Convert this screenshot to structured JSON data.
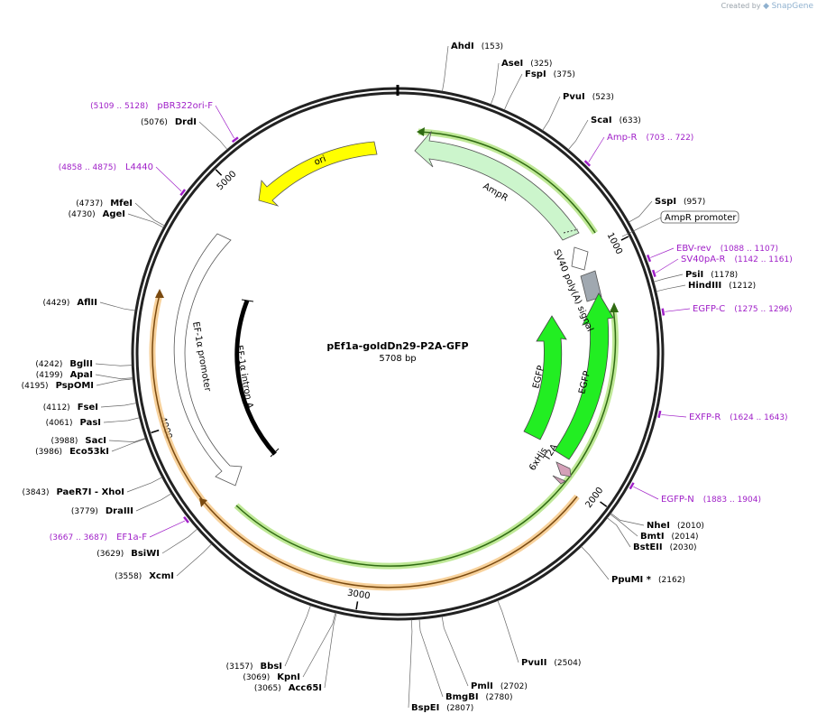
{
  "credit": {
    "prefix": "Created by",
    "brand": "SnapGene"
  },
  "plasmid": {
    "name": "pEf1a-goldDn29-P2A-GFP",
    "size_label": "5708 bp",
    "length": 5708
  },
  "ticks": [
    {
      "bp": 1000,
      "label": "1000"
    },
    {
      "bp": 2000,
      "label": "2000"
    },
    {
      "bp": 3000,
      "label": "3000"
    },
    {
      "bp": 4000,
      "label": "4000"
    },
    {
      "bp": 5000,
      "label": "5000"
    }
  ],
  "sites": [
    {
      "name": "AhdI",
      "pos": "(153)",
      "side": "r"
    },
    {
      "name": "AseI",
      "pos": "(325)",
      "side": "r"
    },
    {
      "name": "FspI",
      "pos": "(375)",
      "side": "r"
    },
    {
      "name": "PvuI",
      "pos": "(523)",
      "side": "r"
    },
    {
      "name": "ScaI",
      "pos": "(633)",
      "side": "r"
    },
    {
      "name": "SspI",
      "pos": "(957)",
      "side": "r"
    },
    {
      "name": "PsiI",
      "pos": "(1178)",
      "side": "r"
    },
    {
      "name": "HindIII",
      "pos": "(1212)",
      "side": "r"
    },
    {
      "name": "NheI",
      "pos": "(2010)",
      "side": "r"
    },
    {
      "name": "BmtI",
      "pos": "(2014)",
      "side": "r"
    },
    {
      "name": "BstEII",
      "pos": "(2030)",
      "side": "r"
    },
    {
      "name": "PpuMI *",
      "pos": "(2162)",
      "side": "r"
    },
    {
      "name": "PvuII",
      "pos": "(2504)",
      "side": "r"
    },
    {
      "name": "PmlI",
      "pos": "(2702)",
      "side": "r"
    },
    {
      "name": "BmgBI",
      "pos": "(2780)",
      "side": "r"
    },
    {
      "name": "BspEI",
      "pos": "(2807)",
      "side": "r"
    },
    {
      "name": "Acc65I",
      "pos": "(3065)",
      "side": "l"
    },
    {
      "name": "KpnI",
      "pos": "(3069)",
      "side": "l"
    },
    {
      "name": "BbsI",
      "pos": "(3157)",
      "side": "l"
    },
    {
      "name": "XcmI",
      "pos": "(3558)",
      "side": "l"
    },
    {
      "name": "BsiWI",
      "pos": "(3629)",
      "side": "l"
    },
    {
      "name": "DraIII",
      "pos": "(3779)",
      "side": "l"
    },
    {
      "name": "PaeR7I - XhoI",
      "pos": "(3843)",
      "side": "l"
    },
    {
      "name": "Eco53kI",
      "pos": "(3986)",
      "side": "l"
    },
    {
      "name": "SacI",
      "pos": "(3988)",
      "side": "l"
    },
    {
      "name": "PasI",
      "pos": "(4061)",
      "side": "l"
    },
    {
      "name": "FseI",
      "pos": "(4112)",
      "side": "l"
    },
    {
      "name": "PspOMI",
      "pos": "(4195)",
      "side": "l"
    },
    {
      "name": "ApaI",
      "pos": "(4199)",
      "side": "l"
    },
    {
      "name": "BglII",
      "pos": "(4242)",
      "side": "l"
    },
    {
      "name": "AflII",
      "pos": "(4429)",
      "side": "l"
    },
    {
      "name": "AgeI",
      "pos": "(4730)",
      "side": "l"
    },
    {
      "name": "MfeI",
      "pos": "(4737)",
      "side": "l"
    },
    {
      "name": "DrdI",
      "pos": "(5076)",
      "side": "l"
    }
  ],
  "primers": [
    {
      "name": "Amp-R",
      "range": "(703 .. 722)",
      "side": "r"
    },
    {
      "name": "EBV-rev",
      "range": "(1088 .. 1107)",
      "side": "r"
    },
    {
      "name": "SV40pA-R",
      "range": "(1142 .. 1161)",
      "side": "r"
    },
    {
      "name": "EGFP-C",
      "range": "(1275 .. 1296)",
      "side": "r"
    },
    {
      "name": "EXFP-R",
      "range": "(1624 .. 1643)",
      "side": "r"
    },
    {
      "name": "EGFP-N",
      "range": "(1883 .. 1904)",
      "side": "r"
    },
    {
      "name": "EF1a-F",
      "range": "(3667 .. 3687)",
      "side": "l"
    },
    {
      "name": "L4440",
      "range": "(4858 .. 4875)",
      "side": "l"
    },
    {
      "name": "pBR322ori-F",
      "range": "(5109 .. 5128)",
      "side": "l"
    }
  ],
  "features": [
    {
      "name": "ori",
      "color": "#ffff00"
    },
    {
      "name": "AmpR",
      "color": "#ccf5cc"
    },
    {
      "name": "AmpR promoter",
      "color": "#ffffff"
    },
    {
      "name": "SV40 poly(A) signal",
      "color": "#a0a8b0"
    },
    {
      "name": "EGFP",
      "color": "#22ee22"
    },
    {
      "name": "EGFP",
      "color": "#22ee22"
    },
    {
      "name": "6xHis",
      "color": "#d4a0b8"
    },
    {
      "name": "T2A",
      "color": "#d4a0b8"
    },
    {
      "name": "EF-1α promoter",
      "color": "#ffffff"
    },
    {
      "name": "EF-1α intron A",
      "color": "#000000"
    }
  ],
  "colors": {
    "orf_green": "#7ccd3c",
    "orf_orange": "#f0b050",
    "primer": "#a020c8",
    "backbone": "#222222"
  }
}
